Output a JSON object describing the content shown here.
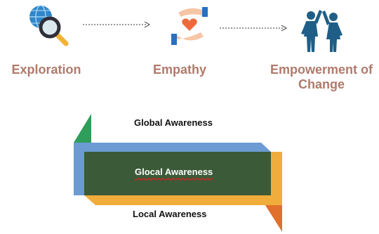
{
  "stages": [
    {
      "label": "Exploration",
      "icon": "globe-magnifier-icon"
    },
    {
      "label": "Empathy",
      "icon": "hands-heart-icon"
    },
    {
      "label": "Empowerment of Change",
      "icon": "people-high-five-icon"
    }
  ],
  "awareness": {
    "global": "Global Awareness",
    "glocal": "Glocal Awareness",
    "local": "Local Awareness"
  },
  "colors": {
    "stage_text": "#b07a6b",
    "blue_band": "#6b9bd2",
    "green_box": "#3b5a37",
    "orange_band": "#f1ad3c",
    "green_triangle": "#2e9e5a",
    "orange_triangle": "#e0702c",
    "dashed_arrow": "#333333"
  }
}
